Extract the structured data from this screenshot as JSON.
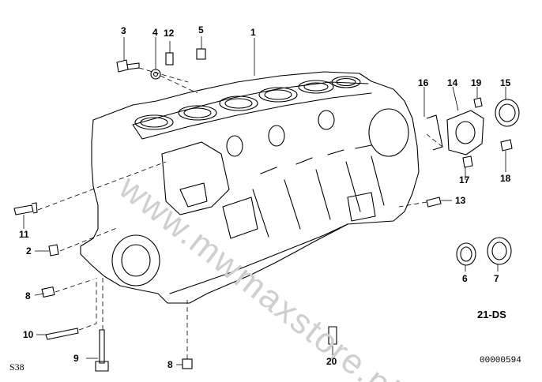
{
  "diagram": {
    "watermark": "www.mwmaxstore.pl",
    "corner_left": "S38",
    "diagram_code": "21-DS",
    "diagram_number": "00000594",
    "callouts": [
      {
        "id": "c1",
        "text": "1"
      },
      {
        "id": "c2",
        "text": "2"
      },
      {
        "id": "c3",
        "text": "3"
      },
      {
        "id": "c4",
        "text": "4"
      },
      {
        "id": "c5",
        "text": "5"
      },
      {
        "id": "c6",
        "text": "6"
      },
      {
        "id": "c7",
        "text": "7"
      },
      {
        "id": "c8a",
        "text": "8"
      },
      {
        "id": "c8b",
        "text": "8"
      },
      {
        "id": "c9",
        "text": "9"
      },
      {
        "id": "c10",
        "text": "10"
      },
      {
        "id": "c11",
        "text": "11"
      },
      {
        "id": "c12",
        "text": "12"
      },
      {
        "id": "c13",
        "text": "13"
      },
      {
        "id": "c14",
        "text": "14"
      },
      {
        "id": "c15",
        "text": "15"
      },
      {
        "id": "c16",
        "text": "16"
      },
      {
        "id": "c17",
        "text": "17"
      },
      {
        "id": "c18",
        "text": "18"
      },
      {
        "id": "c19",
        "text": "19"
      },
      {
        "id": "c20",
        "text": "20"
      }
    ]
  }
}
